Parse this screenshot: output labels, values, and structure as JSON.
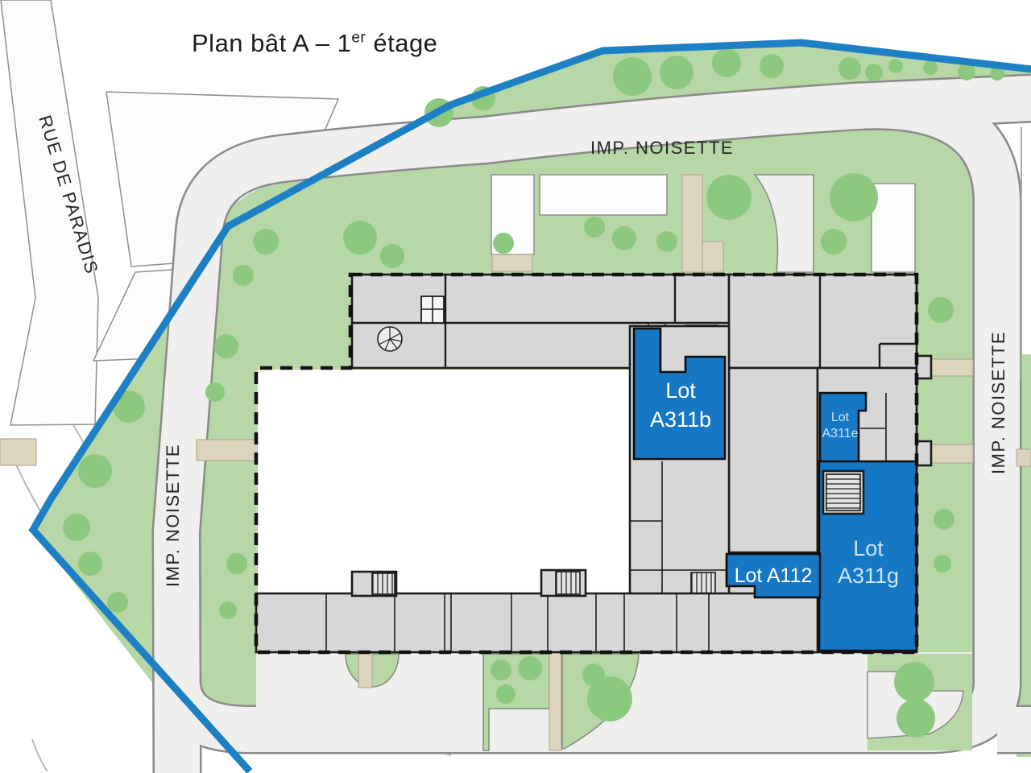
{
  "title": {
    "prefix": "Plan bât A – 1",
    "superscript": "er",
    "suffix": " étage"
  },
  "streets": {
    "top": "IMP. NOISETTE",
    "left": "IMP. NOISETTE",
    "right": "IMP. NOISETTE",
    "diagonal": "RUE DE PARADIS"
  },
  "lots": {
    "a311b": {
      "line1": "Lot",
      "line2": "A311b"
    },
    "a311e": {
      "line1": "Lot",
      "line2": "A311e"
    },
    "a112": {
      "label": "Lot A112"
    },
    "a311g": {
      "line1": "Lot",
      "line2": "A311g"
    }
  },
  "colors": {
    "lot_fill": "#1677c4",
    "boundary": "#1d80c4",
    "lawn": "#b7d7a6",
    "tree": "#8cc97f",
    "street": "#efefed",
    "building": "#d7d7d6",
    "wall": "#1c1c1c",
    "path_tan": "#ddd4bd",
    "lot_text": "#ffffff",
    "lot_text_light": "#c9e7fa"
  }
}
